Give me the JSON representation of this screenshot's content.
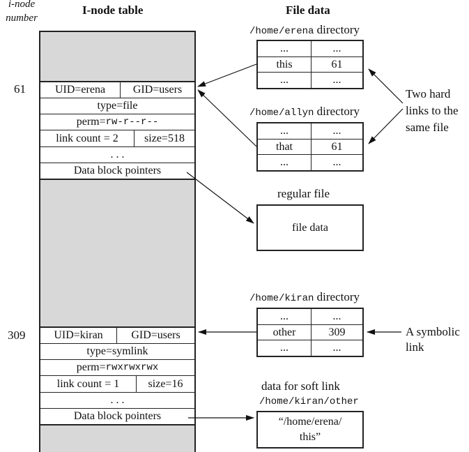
{
  "headings": {
    "inode_number": "i-node number",
    "inode_table": "I-node table",
    "file_data": "File data"
  },
  "inode_61": {
    "number": "61",
    "uid": "UID=erena",
    "gid": "GID=users",
    "type": "type=file",
    "perm_prefix": "perm=",
    "perm_value": "rw-r--r--",
    "link_count": "link count = 2",
    "size": "size=518",
    "ellipsis": ". . .",
    "pointers": "Data block pointers"
  },
  "inode_309": {
    "number": "309",
    "uid": "UID=kiran",
    "gid": "GID=users",
    "type": "type=symlink",
    "perm_prefix": "perm=",
    "perm_value": "rwxrwxrwx",
    "link_count": "link count = 1",
    "size": "size=16",
    "ellipsis": ". . .",
    "pointers": "Data block pointers"
  },
  "dir_erena": {
    "path": "/home/erena",
    "suffix": "directory",
    "rows": [
      [
        "...",
        "..."
      ],
      [
        "this",
        "61"
      ],
      [
        "...",
        "..."
      ]
    ]
  },
  "dir_allyn": {
    "path": "/home/allyn",
    "suffix": "directory",
    "rows": [
      [
        "...",
        "..."
      ],
      [
        "that",
        "61"
      ],
      [
        "...",
        "..."
      ]
    ]
  },
  "dir_kiran": {
    "path": "/home/kiran",
    "suffix": "directory",
    "rows": [
      [
        "...",
        "..."
      ],
      [
        "other",
        "309"
      ],
      [
        "...",
        "..."
      ]
    ]
  },
  "regular_file": {
    "title": "regular file",
    "content": "file data"
  },
  "soft_link_data": {
    "title": "data for soft link",
    "path": "/home/kiran/other",
    "content_line1": "“/home/erena/",
    "content_line2": "this”"
  },
  "annotations": {
    "hard_links": [
      "Two hard",
      "links to the",
      "same file"
    ],
    "symbolic": [
      "A symbolic",
      "link"
    ]
  }
}
